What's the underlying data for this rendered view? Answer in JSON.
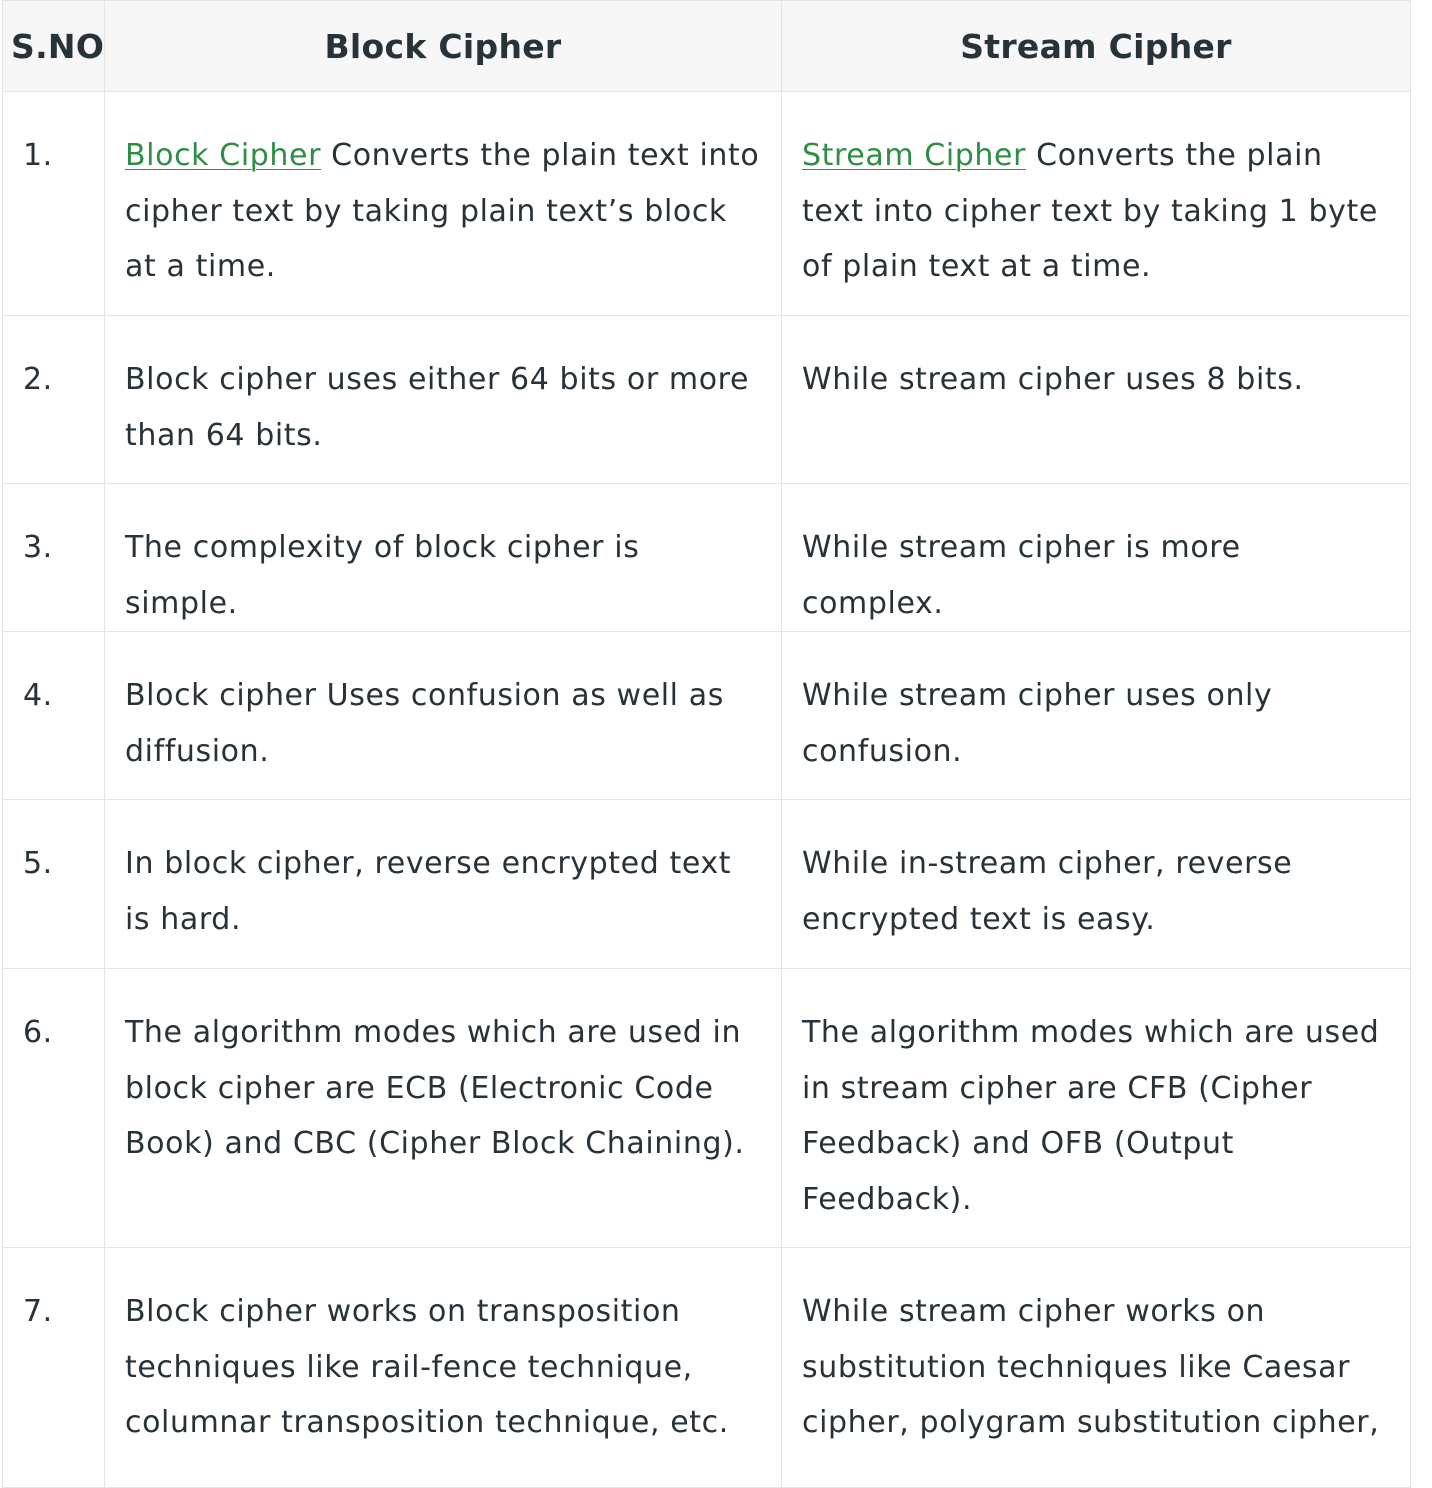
{
  "table": {
    "headers": [
      "S.NO",
      "Block Cipher",
      "Stream Cipher"
    ],
    "rows": [
      {
        "sno": "1.",
        "block_link": "Block Cipher",
        "block": " Converts the plain text into cipher text by taking plain text’s block at a time.",
        "stream_link": "Stream Cipher",
        "stream": " Converts the plain text into cipher text by taking 1 byte of plain text at a time."
      },
      {
        "sno": "2.",
        "block": "Block cipher uses either 64 bits or more than 64 bits.",
        "stream": "While stream cipher uses 8 bits."
      },
      {
        "sno": "3.",
        "block": "The complexity of block cipher is simple.",
        "stream": "While stream cipher is more complex."
      },
      {
        "sno": "4.",
        "block": "Block cipher Uses confusion as well as diffusion.",
        "stream": "While stream cipher uses only confusion."
      },
      {
        "sno": "5.",
        "block": "In block cipher, reverse encrypted text is hard.",
        "stream": "While in-stream cipher, reverse encrypted text is easy."
      },
      {
        "sno": "6.",
        "block": "The algorithm modes which are used in block cipher are ECB (Electronic Code Book) and CBC (Cipher Block Chaining).",
        "stream": "The algorithm modes which are used in stream cipher are CFB (Cipher Feedback) and OFB (Output Feedback)."
      },
      {
        "sno": "7.",
        "block": "Block cipher works on transposition techniques like rail-fence technique, columnar transposition technique, etc.",
        "stream": "While stream cipher works on substitution techniques like  Caesar cipher, polygram substitution cipher,"
      }
    ]
  }
}
